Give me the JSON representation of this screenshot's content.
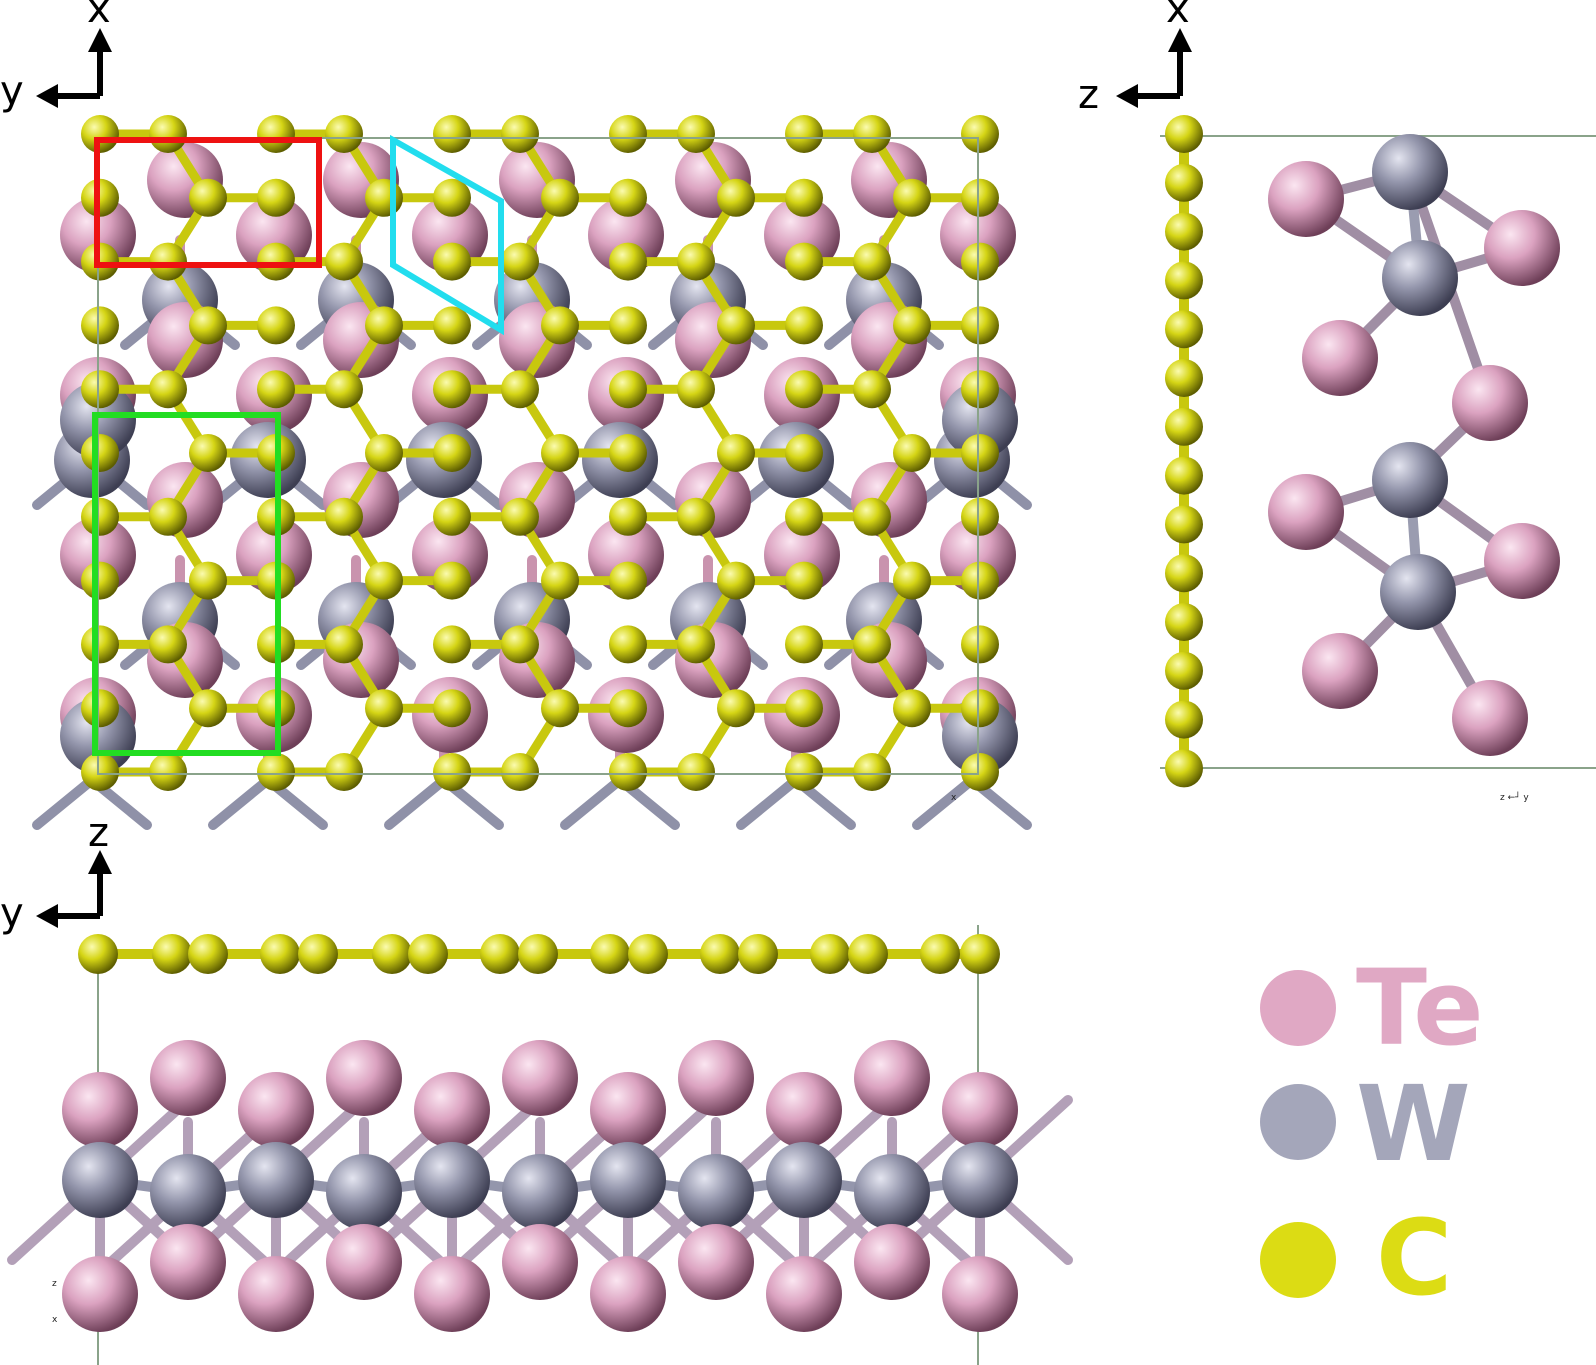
{
  "views": {
    "top": {
      "axis_up": "x",
      "axis_left": "y",
      "corner_mark": "x"
    },
    "side": {
      "axis_up": "x",
      "axis_left": "z",
      "mini_axes": "z ←┘ y"
    },
    "front": {
      "axis_up": "z",
      "axis_left": "y",
      "mini_z": "z",
      "mini_x": "x"
    }
  },
  "legend": [
    {
      "symbol": "Te",
      "color": "#e0a8c4"
    },
    {
      "symbol": "W",
      "color": "#a4a6ba"
    },
    {
      "symbol": "C",
      "color": "#dcdc14"
    }
  ],
  "highlights": [
    {
      "name": "red-rectangle",
      "color": "#ee1111"
    },
    {
      "name": "cyan-parallelogram",
      "color": "#22ddee"
    },
    {
      "name": "green-rectangle",
      "color": "#22dd22"
    }
  ],
  "colors": {
    "te": "#e0a8c4",
    "w": "#a4a6ba",
    "c": "#dcdc14",
    "cell": "#8aa38a"
  }
}
